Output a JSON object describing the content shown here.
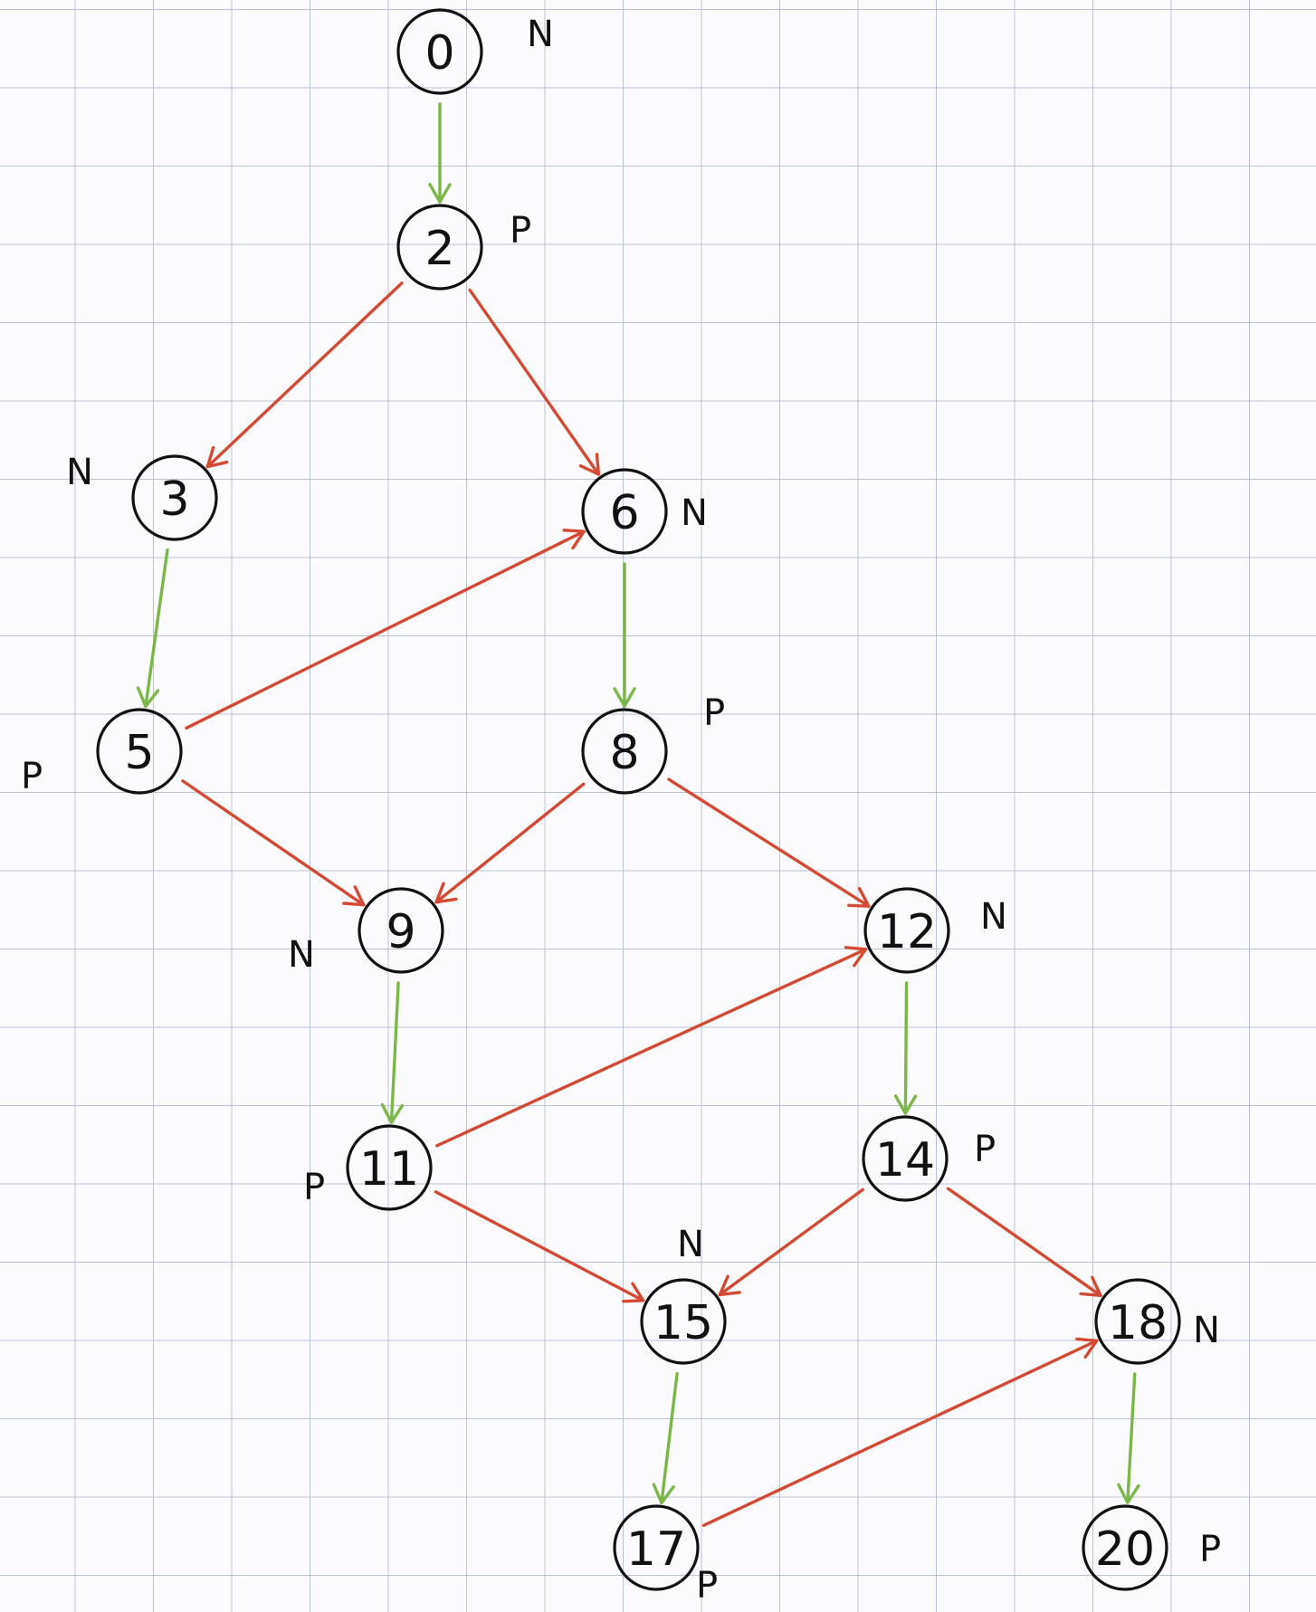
{
  "colors": {
    "ink": "#111111",
    "edge_red": "#d34a33",
    "edge_green": "#7ab648",
    "grid": "#b9c3d8",
    "paper": "#fbfbfd"
  },
  "nodes": [
    {
      "id": "n0",
      "label": "0",
      "tag": "N"
    },
    {
      "id": "n2",
      "label": "2",
      "tag": "P"
    },
    {
      "id": "n3",
      "label": "3",
      "tag": "N"
    },
    {
      "id": "n6",
      "label": "6",
      "tag": "N"
    },
    {
      "id": "n5",
      "label": "5",
      "tag": "P"
    },
    {
      "id": "n8",
      "label": "8",
      "tag": "P"
    },
    {
      "id": "n9",
      "label": "9",
      "tag": "N"
    },
    {
      "id": "n12",
      "label": "12",
      "tag": "N"
    },
    {
      "id": "n11",
      "label": "11",
      "tag": "P"
    },
    {
      "id": "n14",
      "label": "14",
      "tag": "P"
    },
    {
      "id": "n15",
      "label": "15",
      "tag": "N"
    },
    {
      "id": "n18",
      "label": "18",
      "tag": "N"
    },
    {
      "id": "n17",
      "label": "17",
      "tag": "P"
    },
    {
      "id": "n20",
      "label": "20",
      "tag": "P"
    }
  ],
  "edges": [
    {
      "from": "n0",
      "to": "n2",
      "color": "green"
    },
    {
      "from": "n2",
      "to": "n3",
      "color": "red"
    },
    {
      "from": "n2",
      "to": "n6",
      "color": "red"
    },
    {
      "from": "n3",
      "to": "n5",
      "color": "green"
    },
    {
      "from": "n5",
      "to": "n6",
      "color": "red"
    },
    {
      "from": "n6",
      "to": "n8",
      "color": "green"
    },
    {
      "from": "n5",
      "to": "n9",
      "color": "red"
    },
    {
      "from": "n8",
      "to": "n9",
      "color": "red"
    },
    {
      "from": "n8",
      "to": "n12",
      "color": "red"
    },
    {
      "from": "n9",
      "to": "n11",
      "color": "green"
    },
    {
      "from": "n11",
      "to": "n12",
      "color": "red"
    },
    {
      "from": "n12",
      "to": "n14",
      "color": "green"
    },
    {
      "from": "n11",
      "to": "n15",
      "color": "red"
    },
    {
      "from": "n14",
      "to": "n15",
      "color": "red"
    },
    {
      "from": "n14",
      "to": "n18",
      "color": "red"
    },
    {
      "from": "n15",
      "to": "n17",
      "color": "green"
    },
    {
      "from": "n17",
      "to": "n18",
      "color": "red"
    },
    {
      "from": "n18",
      "to": "n20",
      "color": "green"
    }
  ]
}
